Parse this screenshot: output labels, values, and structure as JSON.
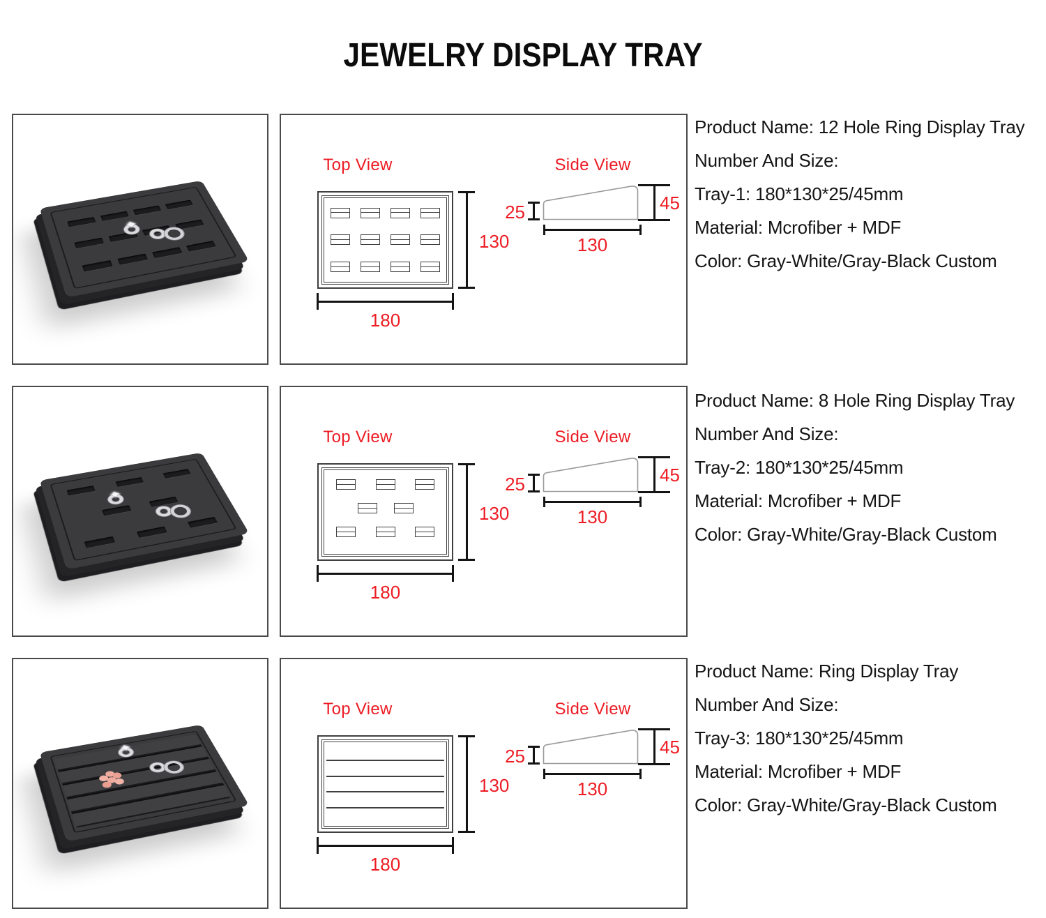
{
  "title": "JEWELRY DISPLAY TRAY",
  "colors": {
    "accent_red": "#ed1c24",
    "line_dark": "#3f3f3f",
    "dim_black": "#141414",
    "panel_border": "#4a4a4a",
    "tray_top": "#3b3b3e",
    "tray_side": "#242427",
    "slot_dark": "#1c1c1f",
    "ring_silver": "#dcdcdf",
    "flower_pink": "#eeab9e"
  },
  "rows": [
    {
      "photo": {
        "description": "12 hole ring display tray photo",
        "hole_count": 12
      },
      "diagram": {
        "top_view": "Top View",
        "side_view": "Side View",
        "dim_width": "180",
        "dim_height": "130",
        "dim_front": "25",
        "dim_back": "45",
        "dim_side_width": "130"
      },
      "details": {
        "product": "Product Name: 12 Hole Ring Display Tray",
        "number_size": "Number And Size:",
        "tray": "Tray-1: 180*130*25/45mm",
        "material": "Material: Mcrofiber + MDF",
        "color": "Color: Gray-White/Gray-Black Custom"
      }
    },
    {
      "photo": {
        "description": "8 hole ring display tray photo",
        "hole_count": 8
      },
      "diagram": {
        "top_view": "Top View",
        "side_view": "Side View",
        "dim_width": "180",
        "dim_height": "130",
        "dim_front": "25",
        "dim_back": "45",
        "dim_side_width": "130"
      },
      "details": {
        "product": "Product Name: 8 Hole Ring Display Tray",
        "number_size": "Number And Size:",
        "tray": "Tray-2: 180*130*25/45mm",
        "material": "Material: Mcrofiber + MDF",
        "color": "Color: Gray-White/Gray-Black Custom"
      }
    },
    {
      "photo": {
        "description": "slot ring display tray photo",
        "hole_count": 0
      },
      "diagram": {
        "top_view": "Top View",
        "side_view": "Side View",
        "dim_width": "180",
        "dim_height": "130",
        "dim_front": "25",
        "dim_back": "45",
        "dim_side_width": "130"
      },
      "details": {
        "product": "Product Name: Ring Display Tray",
        "number_size": "Number And Size:",
        "tray": "Tray-3: 180*130*25/45mm",
        "material": "Material: Mcrofiber + MDF",
        "color": "Color: Gray-White/Gray-Black Custom"
      }
    }
  ]
}
